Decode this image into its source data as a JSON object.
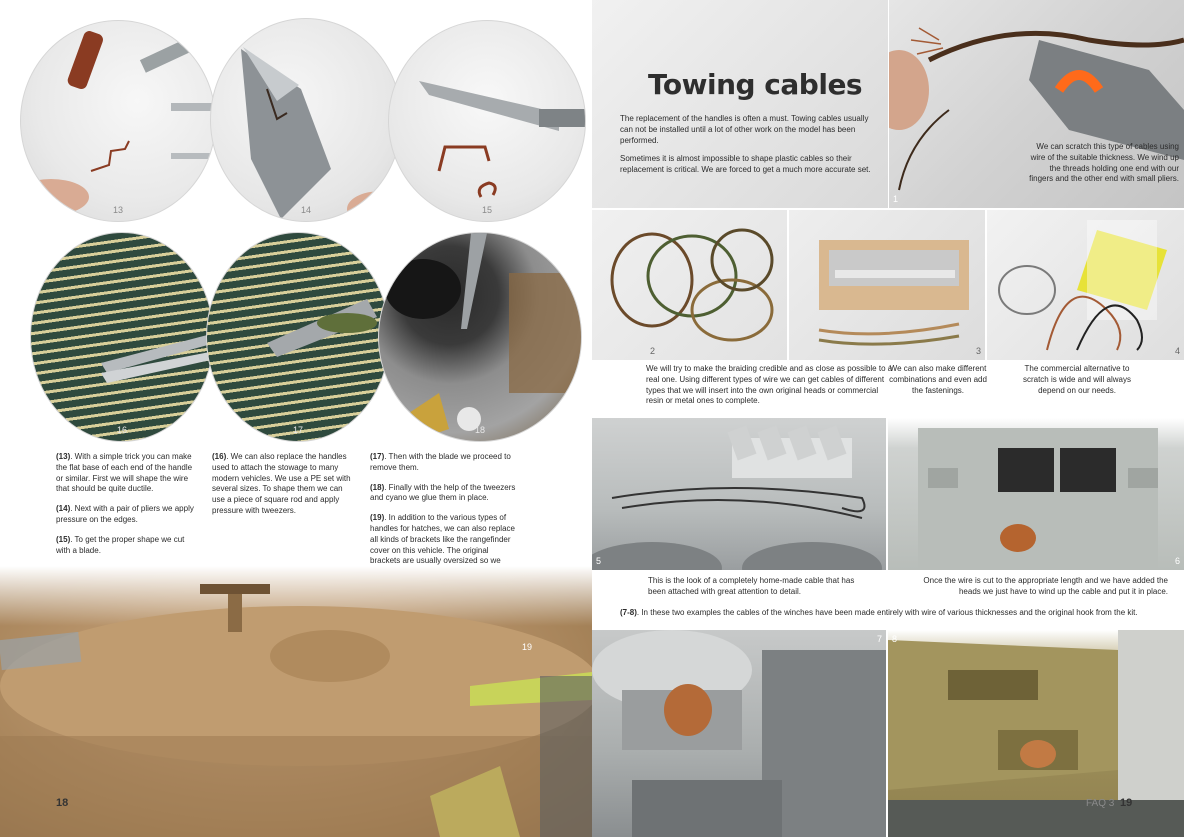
{
  "left_page": {
    "circle_numbers": [
      "13",
      "14",
      "15",
      "16",
      "17",
      "18"
    ],
    "column1": {
      "paragraphs": [
        {
          "ref": "(13)",
          "text": ". With a simple trick you can make the flat base of each end of the handle or similar. First we will shape the wire that should be quite ductile."
        },
        {
          "ref": "(14)",
          "text": ". Next with a pair of pliers we apply pressure on the edges."
        },
        {
          "ref": "(15)",
          "text": ". To get the proper shape we cut with a blade."
        }
      ]
    },
    "column2": {
      "paragraphs": [
        {
          "ref": "(16)",
          "text": ". We can also replace the handles used to attach the stowage to many modern vehicles. We use a PE set with several sizes. To shape them we can use a piece of square rod and apply pressure with tweezers."
        }
      ]
    },
    "column3": {
      "paragraphs": [
        {
          "ref": "(17)",
          "text": ". Then with the blade we proceed to remove them."
        },
        {
          "ref": "(18)",
          "text": ". Finally with the help of the tweezers and cyano we glue them in place."
        },
        {
          "ref": "(19)",
          "text": ". In addition to the various types of handles for hatches, we can also replace all kinds of brackets like the rangefinder cover on this vehicle. The original brackets are usually oversized so we must replace them."
        }
      ]
    },
    "big_photo_number": "19",
    "folio": "18"
  },
  "right_page": {
    "title": "Towing cables",
    "intro": [
      "The replacement of the handles is often a must. Towing cables usually can not be installed until a lot of other work on the model has been performed.",
      "Sometimes it is almost impossible to shape plastic cables so their replacement is critical. We are forced to get a much more accurate set."
    ],
    "photo_numbers": [
      "1",
      "2",
      "3",
      "4",
      "5",
      "6",
      "7",
      "8"
    ],
    "captions": {
      "c1": "We can scratch this type of cables using wire of the suitable thickness. We wind up the threads holding one end with our fingers and the other end with small pliers.",
      "c2": "We will try to make the braiding credible and as close as possible to a real one. Using different types of wire we can get cables of different types that we will insert into the own original heads or commercial resin or metal ones to complete.",
      "c3": "We can also make different combinations and even add the fastenings.",
      "c4": "The commercial alternative to scratch is wide and will always depend on our needs.",
      "c5": "This is the look of a completely home-made cable that has been attached with great attention to detail.",
      "c6": "Once the wire is cut to the appropriate length and we have added the heads we just have to wind up the cable and put it in place.",
      "c78_ref": "(7-8)",
      "c78_text": ". In these two examples the cables of the winches have been made entirely with wire of various thicknesses and the original hook from the kit."
    },
    "footer_label": "FAQ 3",
    "folio": "19"
  }
}
